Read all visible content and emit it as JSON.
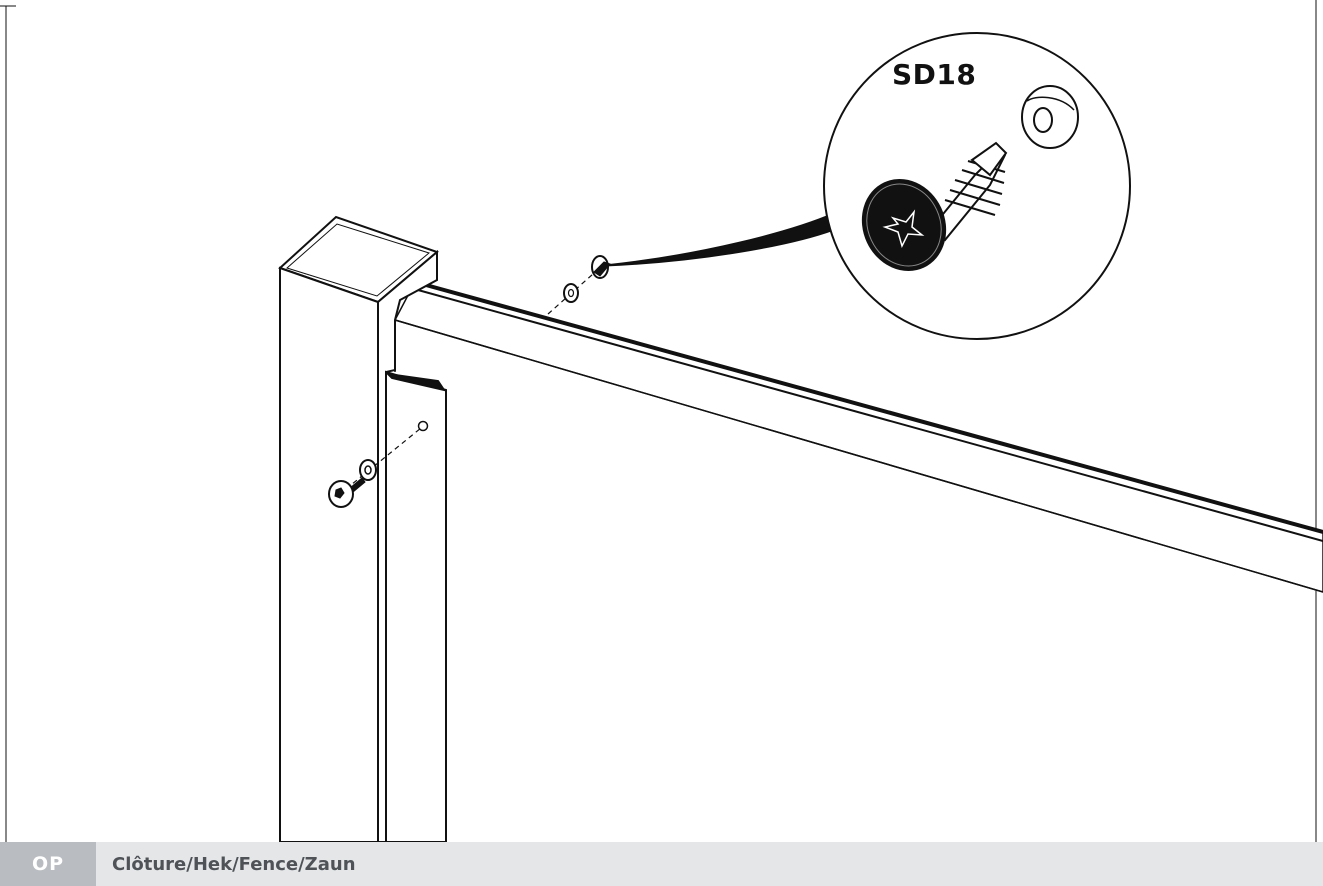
{
  "callout": {
    "label": "SD18"
  },
  "footer": {
    "code": "OP",
    "title": "Clôture/Hek/Fence/Zaun"
  },
  "colors": {
    "line": "#111111",
    "footer_code_bg": "#b9bcc0",
    "footer_title_bg": "#e4e6e8",
    "footer_title_text": "#4f5257"
  }
}
